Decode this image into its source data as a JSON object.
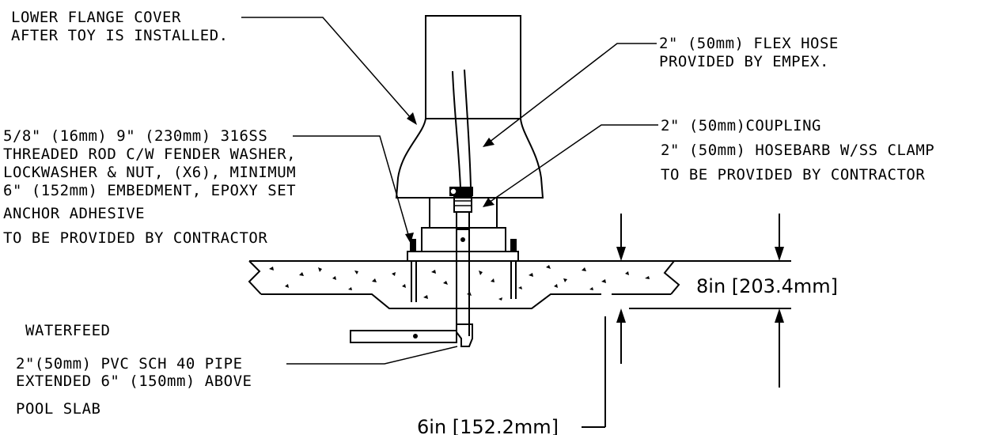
{
  "labels": {
    "flange_line1": "LOWER FLANGE COVER",
    "flange_line2": "AFTER TOY IS INSTALLED.",
    "hose_line1": "2\" (50mm) FLEX HOSE",
    "hose_line2": "PROVIDED BY EMPEX.",
    "rod_line1": "5/8\" (16mm) 9\" (230mm) 316SS",
    "rod_line2": "THREADED ROD C/W FENDER WASHER,",
    "rod_line3": "LOCKWASHER & NUT,  (X6), MINIMUM",
    "rod_line4": "6\" (152mm) EMBEDMENT, EPOXY SET",
    "rod_line5": "ANCHOR ADHESIVE",
    "rod_line6": "TO BE PROVIDED BY CONTRACTOR",
    "coupling_line1": "2\" (50mm)COUPLING",
    "coupling_line2": "2\" (50mm) HOSEBARB W/SS CLAMP",
    "coupling_line3": "TO BE PROVIDED BY CONTRACTOR",
    "waterfeed_line1": "WATERFEED",
    "waterfeed_line2": "2\"(50mm) PVC SCH 40 PIPE",
    "waterfeed_line3": "EXTENDED 6\" (150mm) ABOVE",
    "waterfeed_line4": "POOL SLAB"
  },
  "dimensions": {
    "slab_thickness": "8in [203.4mm]",
    "pipe_extension": "6in [152.2mm]"
  }
}
